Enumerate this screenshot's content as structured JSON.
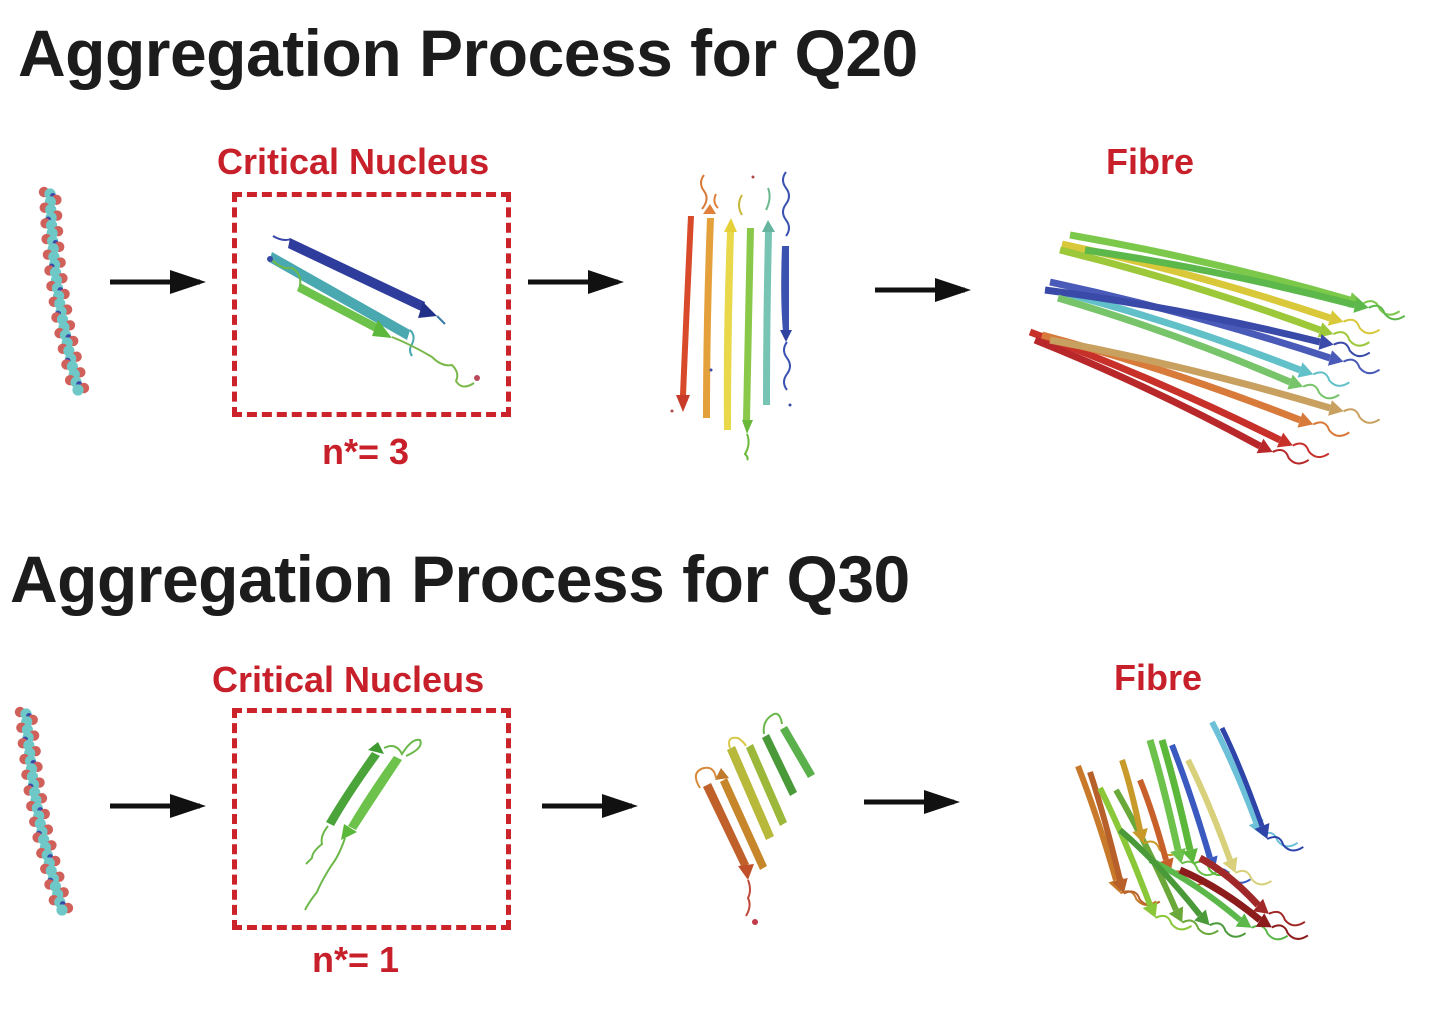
{
  "panels": [
    {
      "id": "q20",
      "title": "Aggregation Process for Q20",
      "critical_nucleus_label": "Critical Nucleus",
      "nucleus_size_label": "n*= 3",
      "fibre_label": "Fibre",
      "stages": [
        "monomer",
        "critical-nucleus",
        "intermediate-sheet",
        "fibre"
      ],
      "arrow_count": 3
    },
    {
      "id": "q30",
      "title": "Aggregation Process for Q30",
      "critical_nucleus_label": "Critical Nucleus",
      "nucleus_size_label": "n*= 1",
      "fibre_label": "Fibre",
      "stages": [
        "monomer",
        "critical-nucleus",
        "intermediate-sheet",
        "fibre"
      ],
      "arrow_count": 3
    }
  ],
  "colors": {
    "title_text": "#1c1c1c",
    "accent_red": "#c8202a",
    "arrow": "#111111",
    "monomer_carbon": "#6fc8c8",
    "monomer_oxygen": "#d0605a",
    "monomer_nitrogen": "#3a4aa8"
  }
}
